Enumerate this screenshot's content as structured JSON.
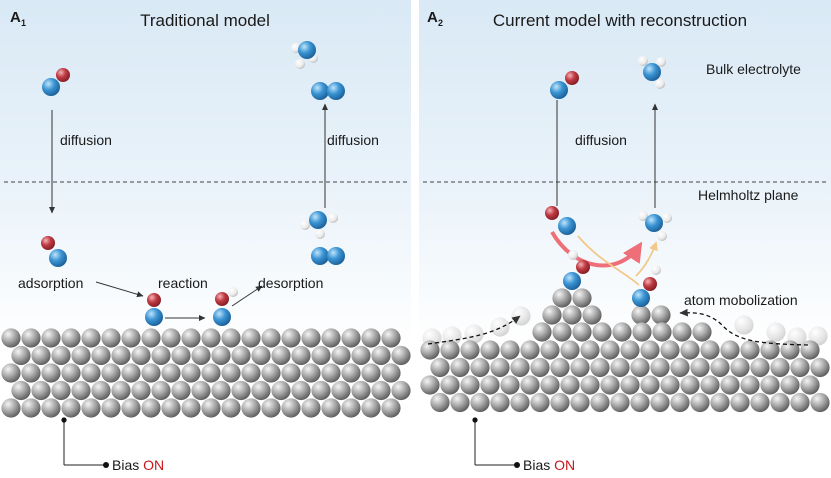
{
  "panel_a1": {
    "letter": "A",
    "subscript": "1",
    "title": "Traditional model",
    "labels": {
      "diffusion_left": "diffusion",
      "diffusion_right": "diffusion",
      "adsorption": "adsorption",
      "reaction": "reaction",
      "desorption": "desorption"
    },
    "bias_text": "Bias ",
    "bias_state": "ON"
  },
  "panel_a2": {
    "letter": "A",
    "subscript": "2",
    "title": "Current model with reconstruction",
    "labels": {
      "bulk_electrolyte": "Bulk electrolyte",
      "helmholtz_plane": "Helmholtz plane",
      "diffusion": "diffusion",
      "atom_mobilization": "atom mobolization"
    },
    "bias_text": "Bias ",
    "bias_state": "ON"
  },
  "colors": {
    "electrolyte_top": "#dcebf6",
    "atom_blue": "#2f86c9",
    "atom_red": "#b5323a",
    "atom_white": "#f2f2f2",
    "metal_gray": "#9a9a9a",
    "bias_on": "#c8161d",
    "arrow_pink": "#ef6f79",
    "arrow_yellow": "#f3c98a"
  }
}
